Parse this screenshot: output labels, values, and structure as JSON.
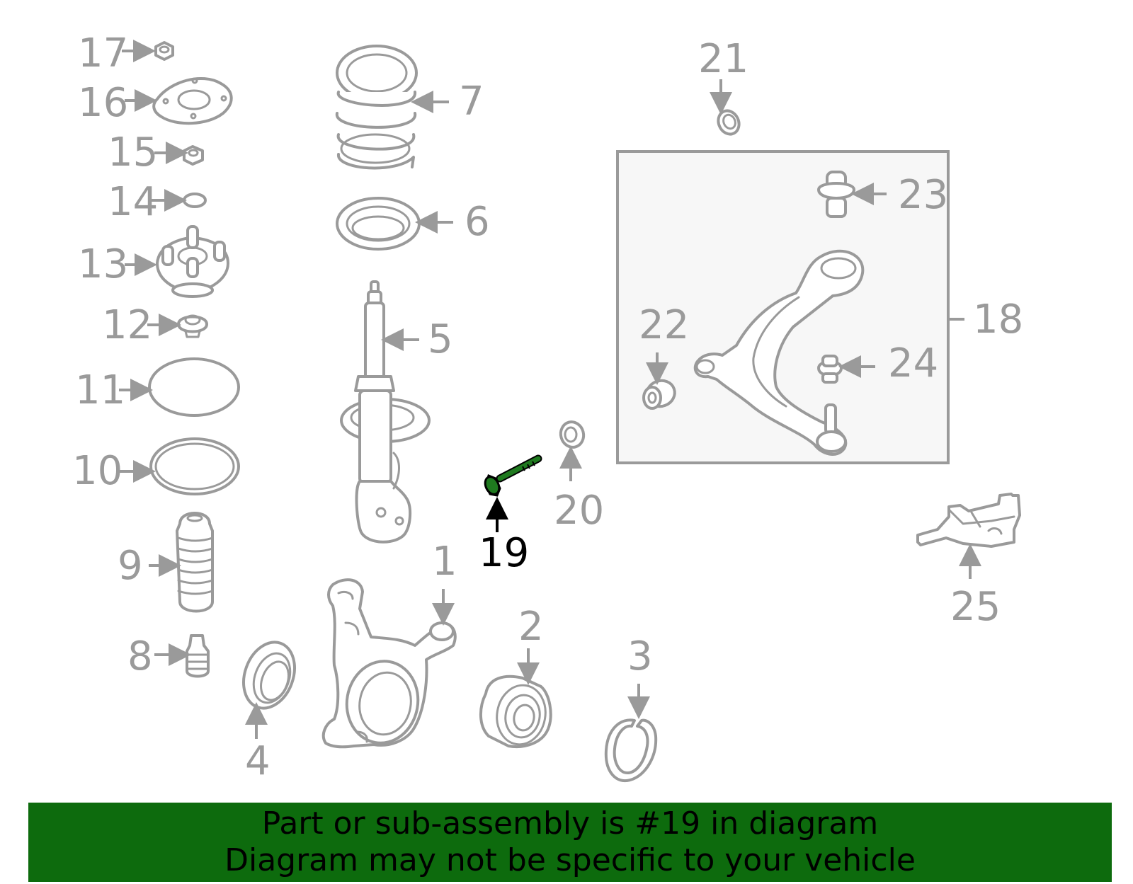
{
  "labels": {
    "p1": "1",
    "p2": "2",
    "p3": "3",
    "p4": "4",
    "p5": "5",
    "p6": "6",
    "p7": "7",
    "p8": "8",
    "p9": "9",
    "p10": "10",
    "p11": "11",
    "p12": "12",
    "p13": "13",
    "p14": "14",
    "p15": "15",
    "p16": "16",
    "p17": "17",
    "p18": "18",
    "p19": "19",
    "p20": "20",
    "p21": "21",
    "p22": "22",
    "p23": "23",
    "p24": "24",
    "p25": "25"
  },
  "highlight_part": "19",
  "colors": {
    "banner_bg": "#0d6b0d",
    "highlight_part": "#1f7a1f",
    "line_art": "#9a9a9a",
    "assembly_box_fill": "#f7f7f7",
    "highlight_text": "#000000"
  },
  "banner": {
    "line1": "Part or sub-assembly is #19 in diagram",
    "line2": "Diagram may not be specific to your vehicle"
  }
}
